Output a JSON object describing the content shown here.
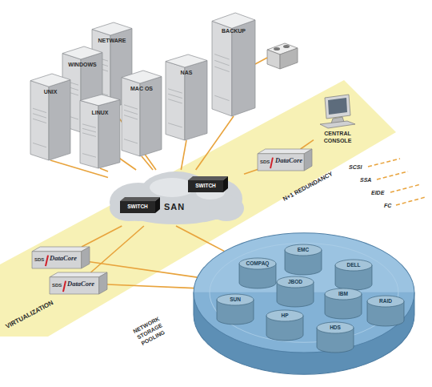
{
  "diagram": {
    "nodes": [
      {
        "text": [
          "UNIX"
        ]
      },
      {
        "text": [
          "WINDOWS"
        ]
      },
      {
        "text": [
          "NETWARE"
        ]
      },
      {
        "text": [
          "LINUX"
        ]
      },
      {
        "text": [
          "MAC OS"
        ]
      },
      {
        "text": [
          "NAS"
        ]
      },
      {
        "text": [
          "BACKUP"
        ]
      },
      {
        "text": [
          "CENTRAL CONSOLE"
        ]
      },
      {
        "text": [
          "SDS",
          "DataCore"
        ]
      },
      {
        "text": [
          "SAN"
        ]
      },
      {
        "text": [
          "SWITCH"
        ],
        "in": 9
      },
      {
        "text": [
          "SWITCH"
        ],
        "in": 9
      },
      {
        "text": [
          "SDS",
          "DataCore"
        ]
      },
      {
        "text": [
          "SDS",
          "DataCore"
        ]
      },
      {
        "text": [
          "NETWORK STORAGE POOLING"
        ]
      },
      {
        "text": [
          "COMPAQ"
        ],
        "in": 14
      },
      {
        "text": [
          "EMC"
        ],
        "in": 14
      },
      {
        "text": [
          "DELL"
        ],
        "in": 14
      },
      {
        "text": [
          "JBOD"
        ],
        "in": 14
      },
      {
        "text": [
          "IBM"
        ],
        "in": 14
      },
      {
        "text": [
          "RAID"
        ],
        "in": 14
      },
      {
        "text": [
          "SUN"
        ],
        "in": 14
      },
      {
        "text": [
          "HP"
        ],
        "in": 14
      },
      {
        "text": [
          "HDS"
        ],
        "in": 14
      }
    ],
    "edges": [
      {
        "from": 0,
        "to": 9,
        "arrow": "none"
      },
      {
        "from": 1,
        "to": 9,
        "arrow": "none"
      },
      {
        "from": 2,
        "to": 9,
        "arrow": "none"
      },
      {
        "from": 3,
        "to": 9,
        "arrow": "none"
      },
      {
        "from": 4,
        "to": 9,
        "arrow": "none"
      },
      {
        "from": 5,
        "to": 9,
        "arrow": "none"
      },
      {
        "from": 6,
        "to": 9,
        "arrow": "none"
      },
      {
        "from": 7,
        "to": 8,
        "arrow": "none"
      },
      {
        "from": 8,
        "to": 9,
        "arrow": "none"
      },
      {
        "from": 12,
        "to": 9,
        "arrow": "none"
      },
      {
        "from": 13,
        "to": 9,
        "arrow": "none"
      },
      {
        "from": 9,
        "to": 14,
        "arrow": "none"
      },
      {
        "from": 12,
        "to": 14,
        "arrow": "none"
      },
      {
        "from": 13,
        "to": 14,
        "arrow": "none"
      }
    ],
    "labels": [
      "VIRTUALIZATION",
      "N+1 REDUNDANCY",
      "SCSI",
      "SSA",
      "EIDE",
      "FC"
    ]
  }
}
